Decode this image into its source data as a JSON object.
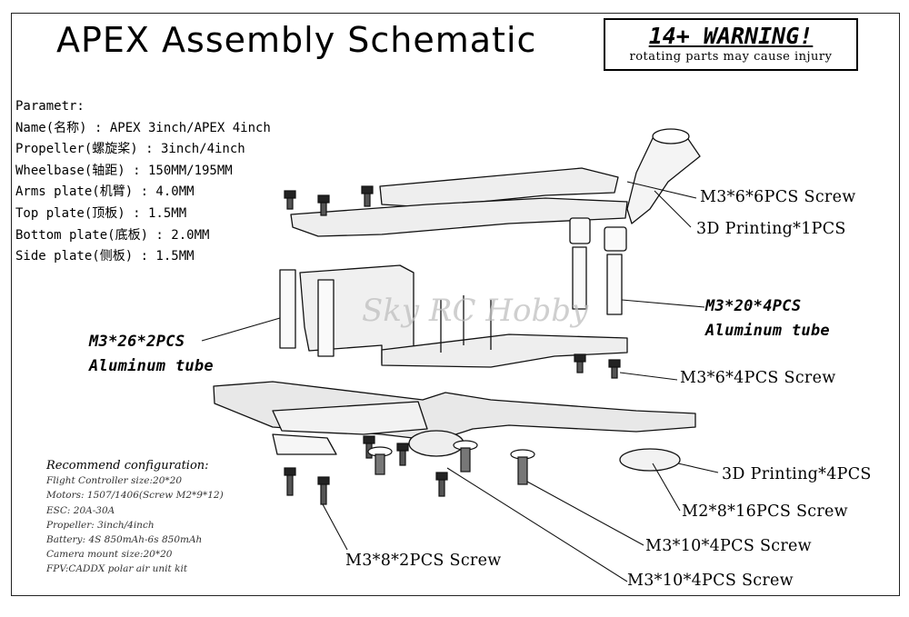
{
  "title": "APEX Assembly Schematic",
  "warning": {
    "heading": "14+ WARNING!",
    "subtext": "rotating parts may cause injury"
  },
  "parameters": [
    "Parametr:",
    "Name(名称) : APEX 3inch/APEX 4inch",
    "Propeller(螺旋桨) : 3inch/4inch",
    "Wheelbase(轴距) : 150MM/195MM",
    "Arms plate(机臂) : 4.0MM",
    "Top plate(顶板) : 1.5MM",
    "Bottom plate(底板) : 2.0MM",
    "Side plate(侧板) : 1.5MM"
  ],
  "recommend": {
    "heading": "Recommend configuration:",
    "lines": [
      "Flight Controller size:20*20",
      "Motors: 1507/1406(Screw M2*9*12)",
      "ESC: 20A-30A",
      "Propeller: 3inch/4inch",
      "Battery: 4S 850mAh-6s 850mAh",
      "Camera mount size:20*20",
      "FPV:CADDX polar air unit kit"
    ]
  },
  "watermark": "Sky RC Hobby",
  "callouts": {
    "top_screw": "M3*6*6PCS Screw",
    "print_1": "3D Printing*1PCS",
    "tube_20_a": "M3*20*4PCS",
    "tube_20_b": "Aluminum tube",
    "tube_26_a": "M3*26*2PCS",
    "tube_26_b": "Aluminum tube",
    "screw_6": "M3*6*4PCS Screw",
    "print_4": "3D Printing*4PCS",
    "screw_m2": "M2*8*16PCS Screw",
    "screw_10_a": "M3*10*4PCS Screw",
    "screw_8": "M3*8*2PCS Screw",
    "screw_10_b": "M3*10*4PCS Screw"
  }
}
